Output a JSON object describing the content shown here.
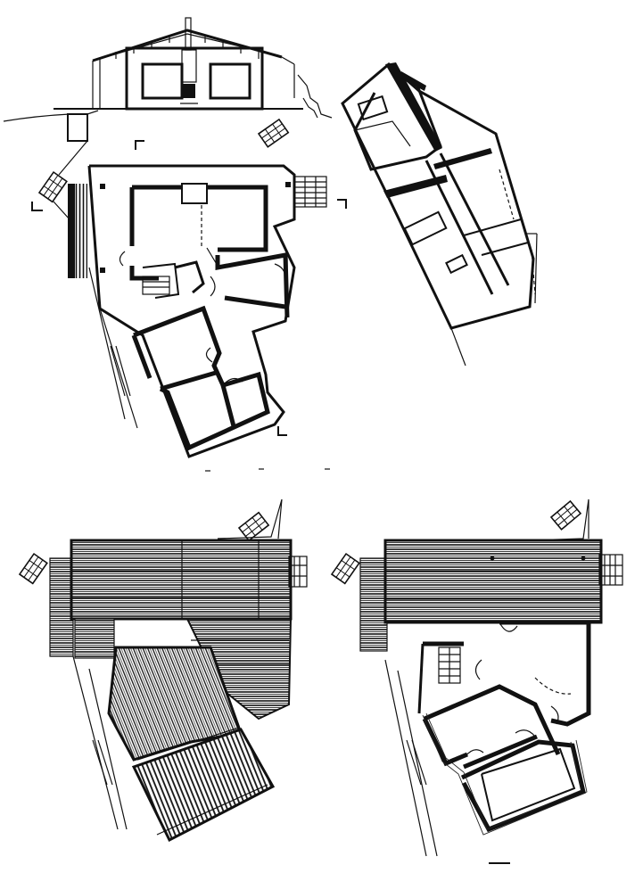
{
  "drawing": {
    "panels": [
      {
        "id": "section",
        "icon": "elevation-section-view"
      },
      {
        "id": "ground-floor-plan",
        "icon": "ground-floor-plan-view"
      },
      {
        "id": "side-section",
        "icon": "cross-section-view"
      },
      {
        "id": "roof-plan",
        "icon": "roof-plan-view"
      },
      {
        "id": "upper-floor-plan",
        "icon": "upper-floor-plan-view"
      }
    ],
    "colors": {
      "ink": "#111111",
      "paper": "#ffffff"
    }
  }
}
